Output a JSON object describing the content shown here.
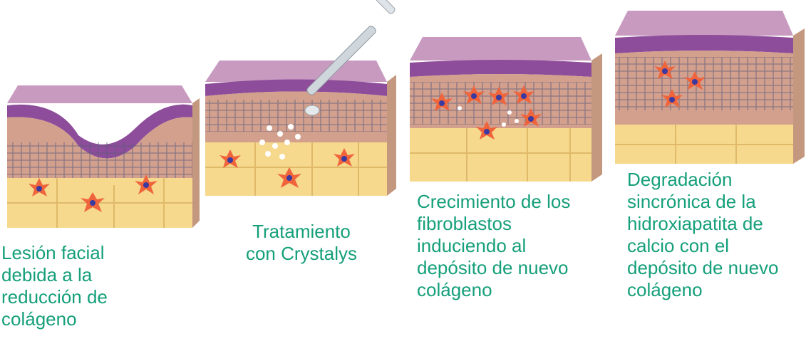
{
  "colors": {
    "caption": "#159f7a",
    "skin_top": "#b06fa6",
    "epidermis": "#d4a08a",
    "dermis": "#c98d7d",
    "fat": "#f7d98a",
    "fibroblast": "#f0643c",
    "nucleus": "#3a3aa0"
  },
  "stages": [
    {
      "caption": "Lesión facial\ndebida a la\nreducción de\ncolágeno"
    },
    {
      "caption": "Tratamiento\ncon Crystalys"
    },
    {
      "caption": "Crecimiento de los\nfibroblastos\ninduciendo al\ndepósito de nuevo\ncolágeno"
    },
    {
      "caption": "Degradación\nsincrónica de la\nhidroxiapatita de\ncalcio con el\ndepósito de nuevo\ncolágeno"
    }
  ],
  "icons": [
    "skin-block-icon",
    "syringe-icon",
    "fibroblast-icon",
    "microsphere-icon",
    "collagen-mesh-icon"
  ]
}
